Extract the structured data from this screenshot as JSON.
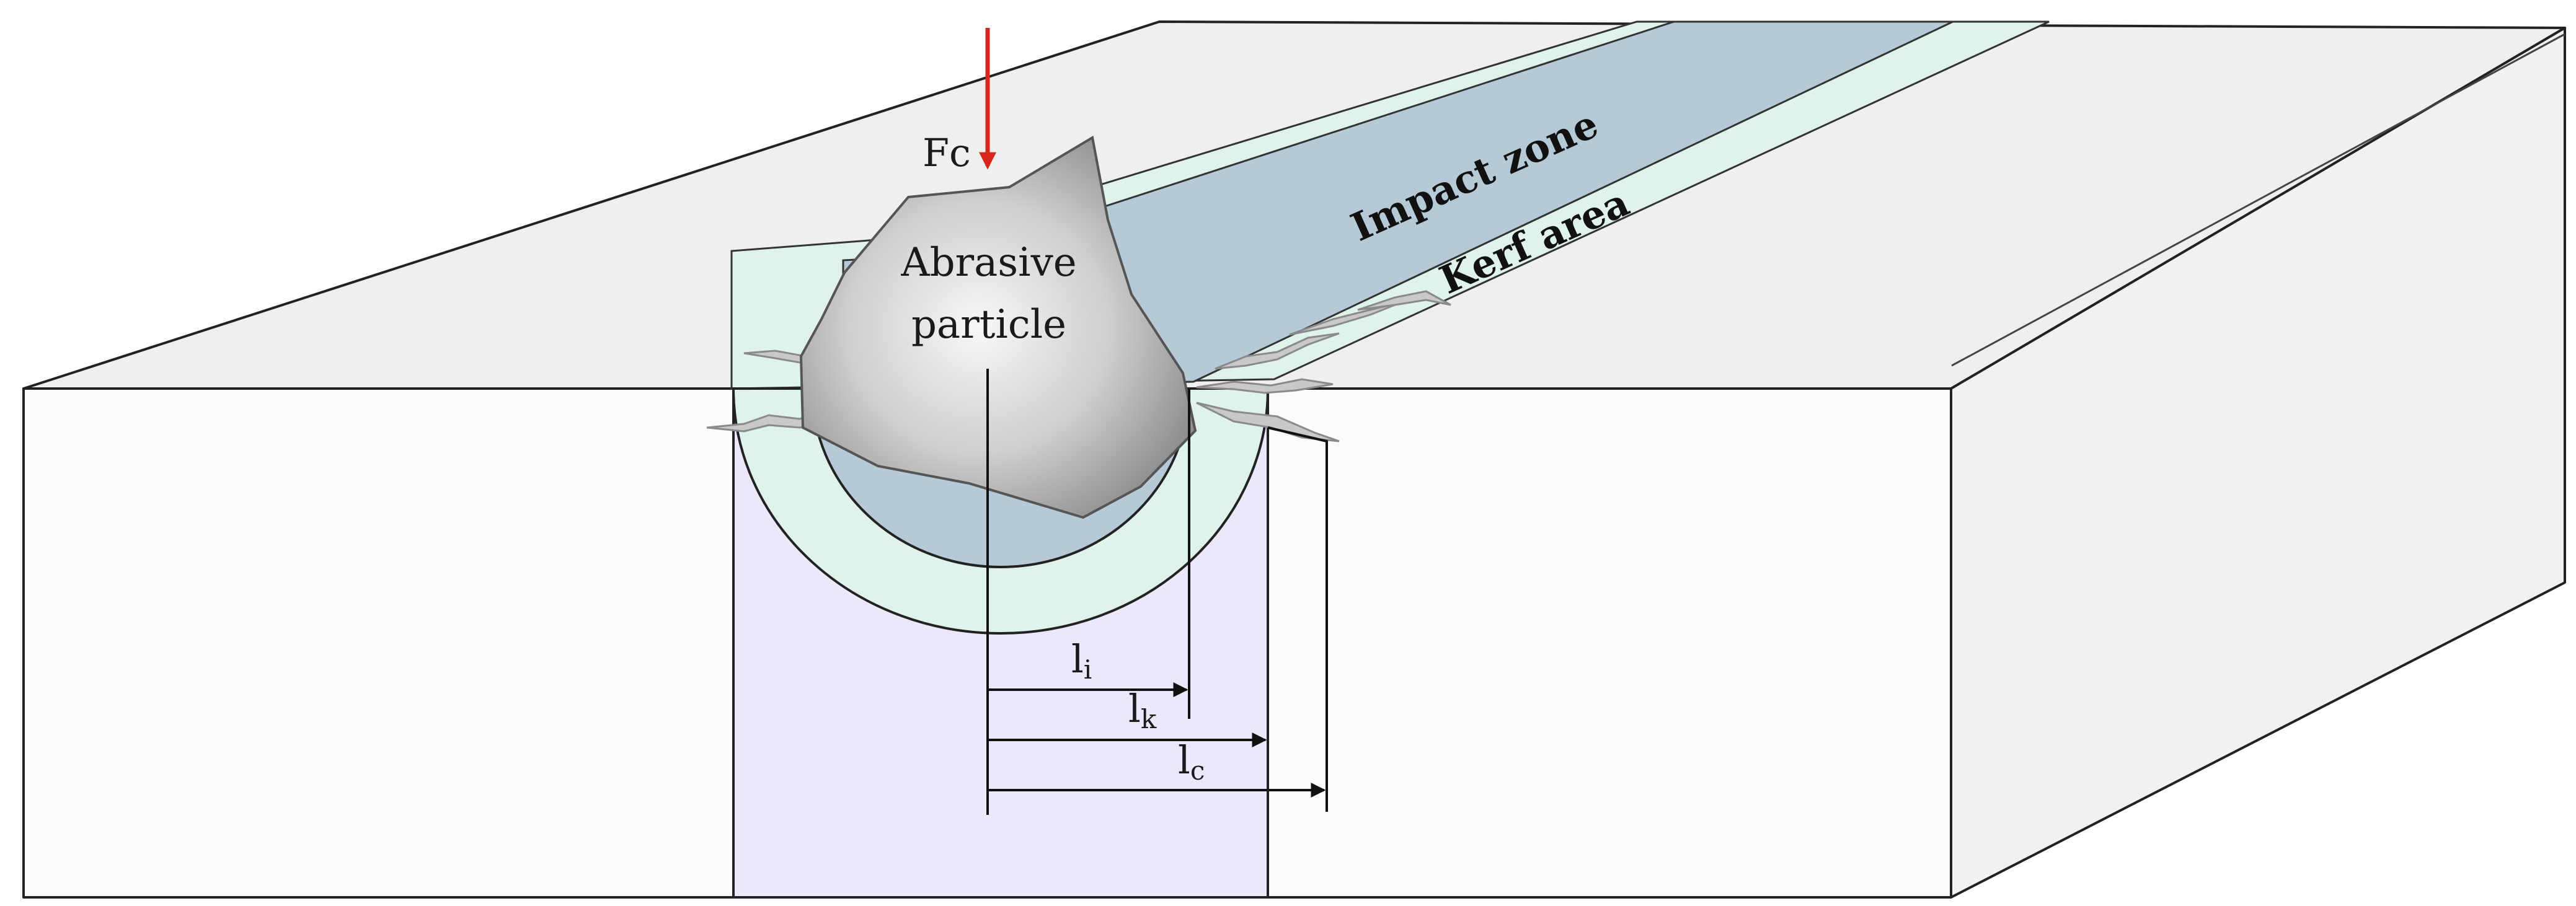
{
  "labels": {
    "force": "Fc",
    "particle_line1": "Abrasive",
    "particle_line2": "particle",
    "impact_zone": "Impact zone",
    "kerf_area": "Kerf area",
    "li_main": "l",
    "li_sub": "i",
    "lk_main": "l",
    "lk_sub": "k",
    "lc_main": "l",
    "lc_sub": "c"
  },
  "colors": {
    "top_face": "#efefef",
    "front_face": "#fbfbfb",
    "side_face": "#f1f1f1",
    "impact_zone": "#b5c9d6",
    "kerf_area": "#dff3ea",
    "cut_channel": "#eae8fb",
    "force_arrow": "#d8261c",
    "particle": "#bdbdbd"
  }
}
